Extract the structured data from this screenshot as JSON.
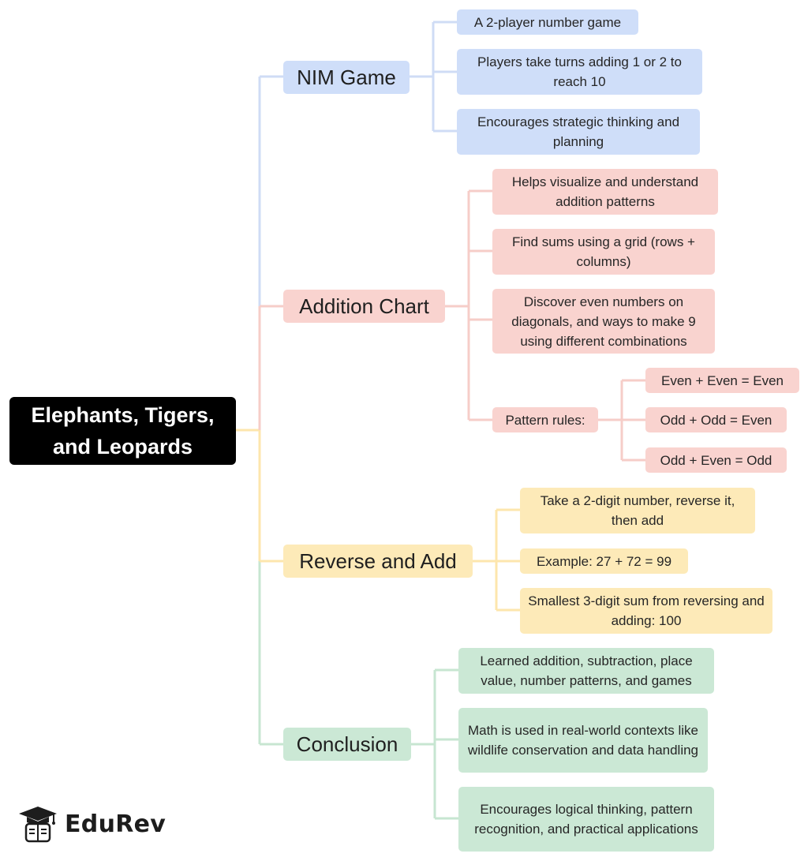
{
  "root": {
    "title": "Elephants, Tigers, and Leopards"
  },
  "colors": {
    "blue": "#c9d9f7",
    "red": "#f7cfcb",
    "yellow": "#fde7b0",
    "green": "#c6e6d1",
    "line_blue": "#cfdcf5",
    "line_red": "#f6cdc8",
    "line_yellow": "#fde6ad",
    "line_green": "#c7e6d1"
  },
  "branches": [
    {
      "label": "NIM Game",
      "items": [
        "A 2-player number game",
        "Players take turns adding 1 or 2 to reach 10",
        "Encourages strategic thinking and planning"
      ]
    },
    {
      "label": "Addition Chart",
      "items": [
        "Helps visualize and understand addition patterns",
        "Find sums using a grid (rows + columns)",
        "Discover even numbers on diagonals, and ways to make 9 using different combinations",
        "Pattern rules:"
      ],
      "pattern_rules": [
        "Even + Even = Even",
        "Odd + Odd = Even",
        "Odd + Even = Odd"
      ]
    },
    {
      "label": "Reverse and Add",
      "items": [
        "Take a 2-digit number, reverse it, then add",
        "Example: 27 + 72 = 99",
        "Smallest 3-digit sum from reversing and adding: 100"
      ]
    },
    {
      "label": "Conclusion",
      "items": [
        "Learned addition, subtraction, place value, number patterns, and games",
        "Math is used in real-world contexts like wildlife conservation and data handling",
        "Encourages logical thinking, pattern recognition, and practical applications"
      ]
    }
  ],
  "logo": {
    "text": "EduRev",
    "icon": "graduation-cap-icon"
  }
}
